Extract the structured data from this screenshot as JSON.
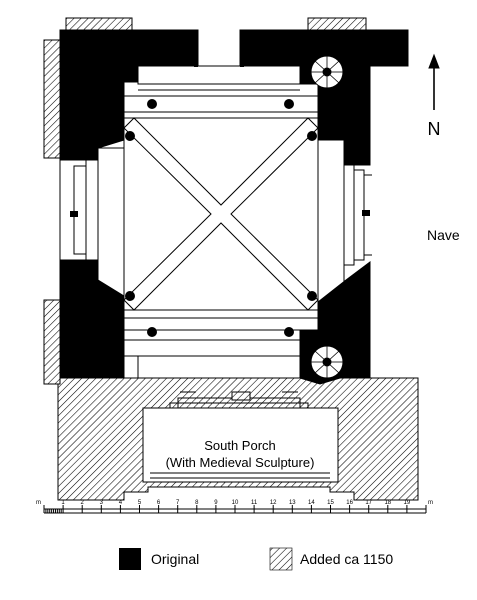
{
  "labels": {
    "north": "N",
    "nave": "Nave",
    "porch_line1": "South Porch",
    "porch_line2": "(With Medieval Sculpture)"
  },
  "scale": {
    "start_label": "m",
    "unit_labels": [
      "1",
      "2",
      "3",
      "4",
      "5",
      "6",
      "7",
      "8",
      "9",
      "10",
      "11",
      "12",
      "13",
      "14",
      "15",
      "16",
      "17",
      "18",
      "19"
    ],
    "end_label": "m"
  },
  "legend": {
    "original": "Original",
    "added": "Added ca 1150"
  },
  "colors": {
    "original_fill": "#000000",
    "added_hatch": "#000000",
    "background": "#ffffff"
  },
  "icons": {
    "north_arrow": "arrow-up-icon",
    "stair": "spiral-stair-icon"
  }
}
